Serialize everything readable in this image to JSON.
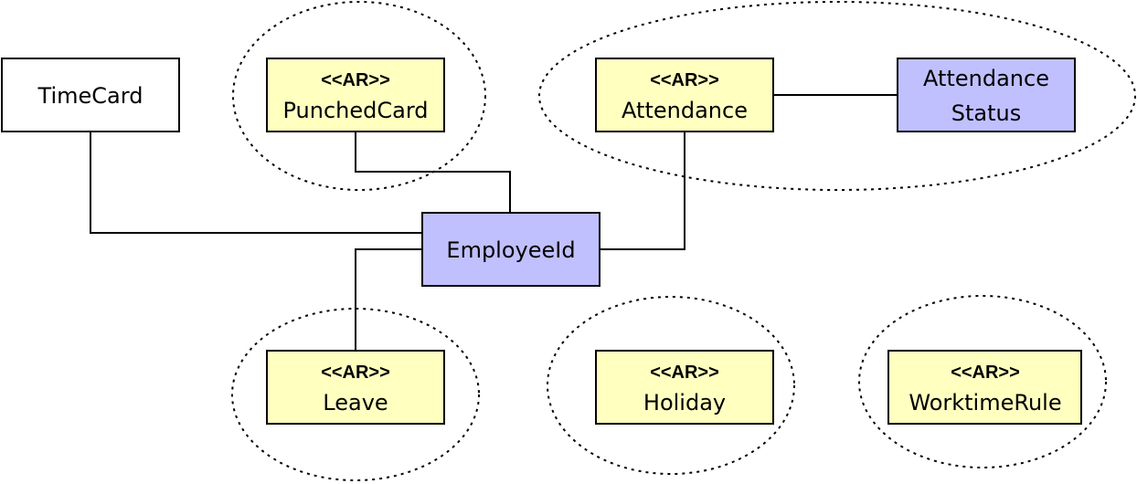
{
  "colors": {
    "aggregate_fill": "#ffffc0",
    "value_fill": "#c0c0ff",
    "plain_fill": "#ffffff",
    "stroke": "#000000"
  },
  "nodes": {
    "timecard": {
      "name": "TimeCard",
      "stereotype": ""
    },
    "punchedcard": {
      "name": "PunchedCard",
      "stereotype": "<<AR>>"
    },
    "attendance": {
      "name": "Attendance",
      "stereotype": "<<AR>>"
    },
    "attendance_status": {
      "name_line1": "Attendance",
      "name_line2": "Status"
    },
    "employeeid": {
      "name": "EmployeeId"
    },
    "leave": {
      "name": "Leave",
      "stereotype": "<<AR>>"
    },
    "holiday": {
      "name": "Holiday",
      "stereotype": "<<AR>>"
    },
    "worktimerule": {
      "name": "WorktimeRule",
      "stereotype": "<<AR>>"
    }
  }
}
